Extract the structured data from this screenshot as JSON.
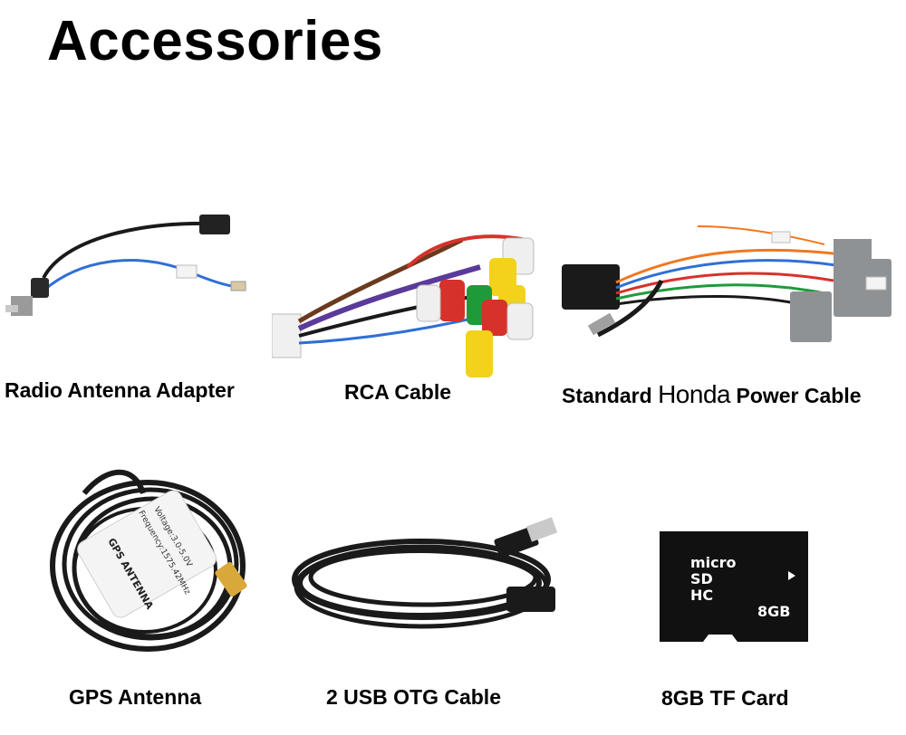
{
  "page": {
    "title": "Accessories"
  },
  "items": {
    "radio_antenna": {
      "label": "Radio Antenna Adapter"
    },
    "rca": {
      "label": "RCA Cable"
    },
    "power": {
      "label_prefix": "Standard",
      "brand": "Honda",
      "label_suffix": "Power Cable"
    },
    "gps": {
      "label": "GPS Antenna",
      "tag_text": "GPS ANTENNA",
      "tag_freq": "Frequency:1575.42MHz",
      "tag_voltage": "Voltage:3.0-5.0V"
    },
    "usb": {
      "label": "2 USB OTG Cable"
    },
    "tf": {
      "label": "8GB TF Card",
      "card_brand_top": "micro",
      "card_brand_mid": "SD",
      "card_brand_bot": "HC",
      "card_capacity": "8GB"
    }
  },
  "colors": {
    "cable_black": "#1a1a1a",
    "cable_blue": "#2f6fd6",
    "rca_yellow": "#f2d21b",
    "rca_red": "#d6322b",
    "rca_green": "#1f9a3a",
    "rca_white": "#efefef",
    "rca_purple": "#5a3a9a",
    "rca_brown": "#6b3a1e",
    "harness_gray": "#8f9294",
    "harness_orange": "#f07820",
    "gps_tag": "#f4f4f4",
    "card_black": "#111111"
  }
}
